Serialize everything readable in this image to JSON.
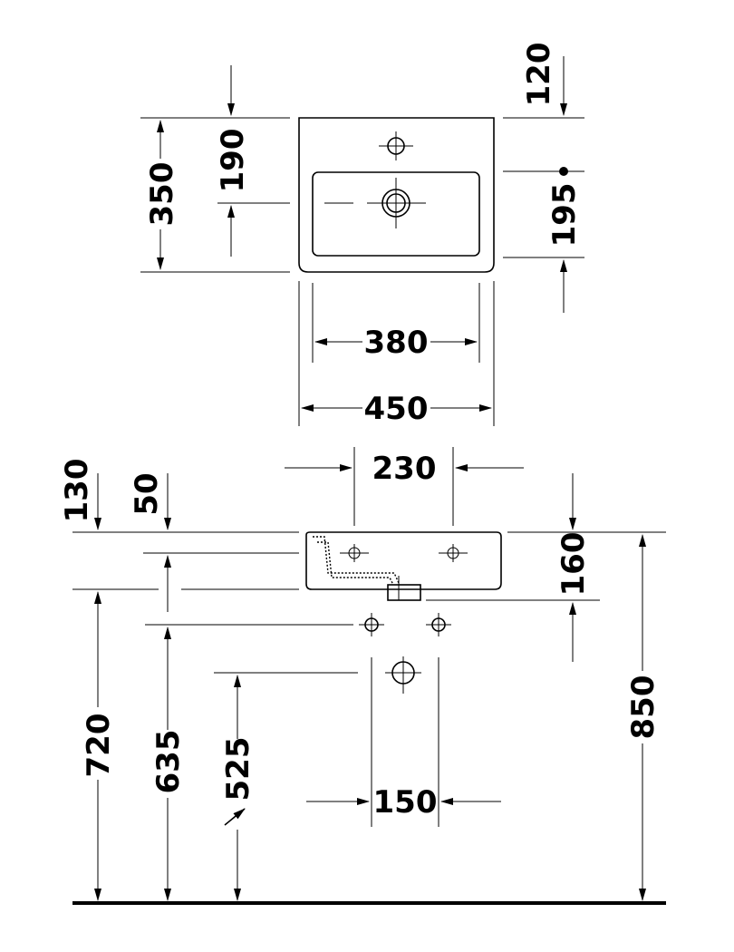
{
  "plan_view": {
    "dimensions": {
      "top_to_tap_hole": "120",
      "depth_overall": "350",
      "back_to_bowl": "190",
      "tap_to_waste": "195",
      "bowl_width": "380",
      "overall_width": "450"
    }
  },
  "side_view": {
    "dimensions": {
      "inlet_spacing": "230",
      "basin_height": "160",
      "rim_to_waste_offset": "130",
      "rim_to_inlet_offset": "50",
      "drain_height": "720",
      "supply_height": "635",
      "waste_outlet_height": "525",
      "supply_spacing": "150",
      "rim_height": "850"
    }
  }
}
